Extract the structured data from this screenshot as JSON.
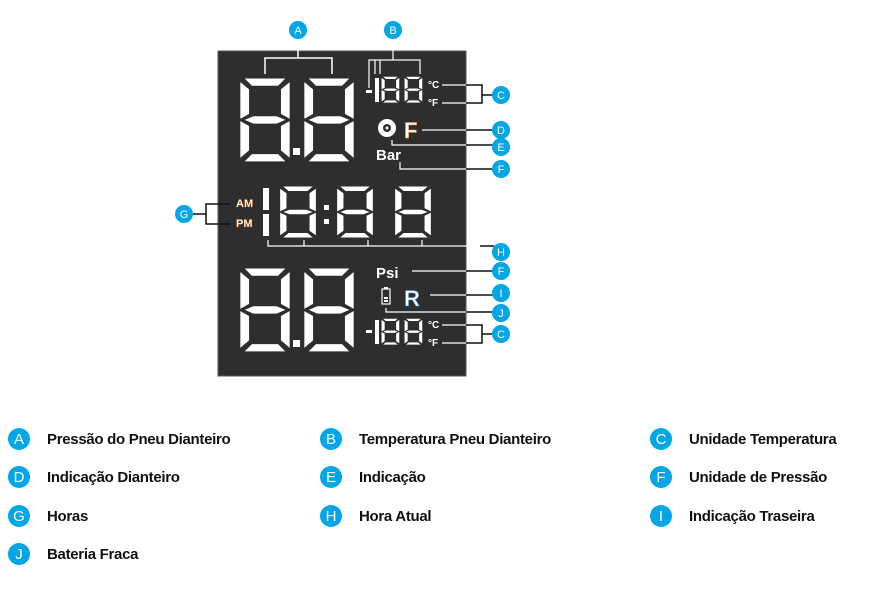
{
  "display": {
    "digit_glyph": "8",
    "degC": "°C",
    "degF": "°F",
    "front_indicator": "F",
    "rear_indicator": "R",
    "bar_unit": "Bar",
    "psi_unit": "Psi",
    "am": "AM",
    "pm": "PM",
    "screen_color": "#2e2e2e",
    "segment_color": "#ffffff",
    "accent_orange": "#f08a24",
    "accent_blue": "#2a7fd4"
  },
  "callouts": {
    "A": "A",
    "B": "B",
    "C": "C",
    "D": "D",
    "E": "E",
    "F": "F",
    "G": "G",
    "H": "H",
    "I": "I",
    "J": "J",
    "badge_color": "#00a6e6"
  },
  "legend": [
    {
      "letter": "A",
      "label": "Pressão do Pneu Dianteiro"
    },
    {
      "letter": "B",
      "label": "Temperatura Pneu Dianteiro"
    },
    {
      "letter": "C",
      "label": "Unidade Temperatura"
    },
    {
      "letter": "D",
      "label": "Indicação Dianteiro"
    },
    {
      "letter": "E",
      "label": "Indicação"
    },
    {
      "letter": "F",
      "label": "Unidade de Pressão"
    },
    {
      "letter": "G",
      "label": "Horas"
    },
    {
      "letter": "H",
      "label": "Hora Atual"
    },
    {
      "letter": "I",
      "label": "Indicação Traseira"
    },
    {
      "letter": "J",
      "label": "Bateria Fraca"
    }
  ]
}
